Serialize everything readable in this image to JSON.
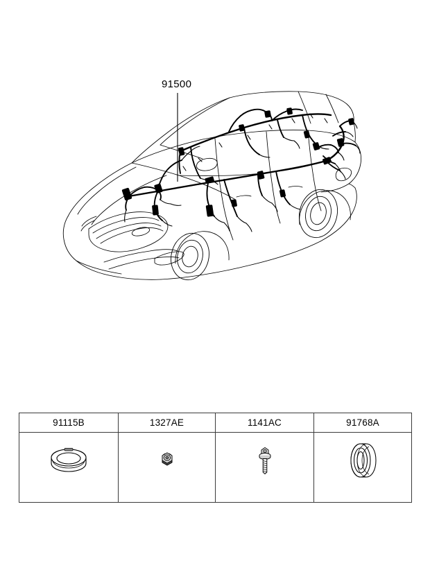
{
  "diagram": {
    "title_callout": "91500",
    "callout_name": "floor-wiring-harness-callout",
    "vehicle": "sedan-3-quarter-view",
    "subject": "floor wiring harness routed over vehicle body"
  },
  "parts_table": {
    "columns": [
      {
        "part_number": "91115B",
        "icon": "grommet-icon"
      },
      {
        "part_number": "1327AE",
        "icon": "nut-icon"
      },
      {
        "part_number": "1141AC",
        "icon": "screw-icon"
      },
      {
        "part_number": "91768A",
        "icon": "oval-grommet-icon"
      }
    ]
  },
  "colors": {
    "line": "#000000",
    "table_border": "#3a3a3a",
    "background": "#ffffff"
  }
}
